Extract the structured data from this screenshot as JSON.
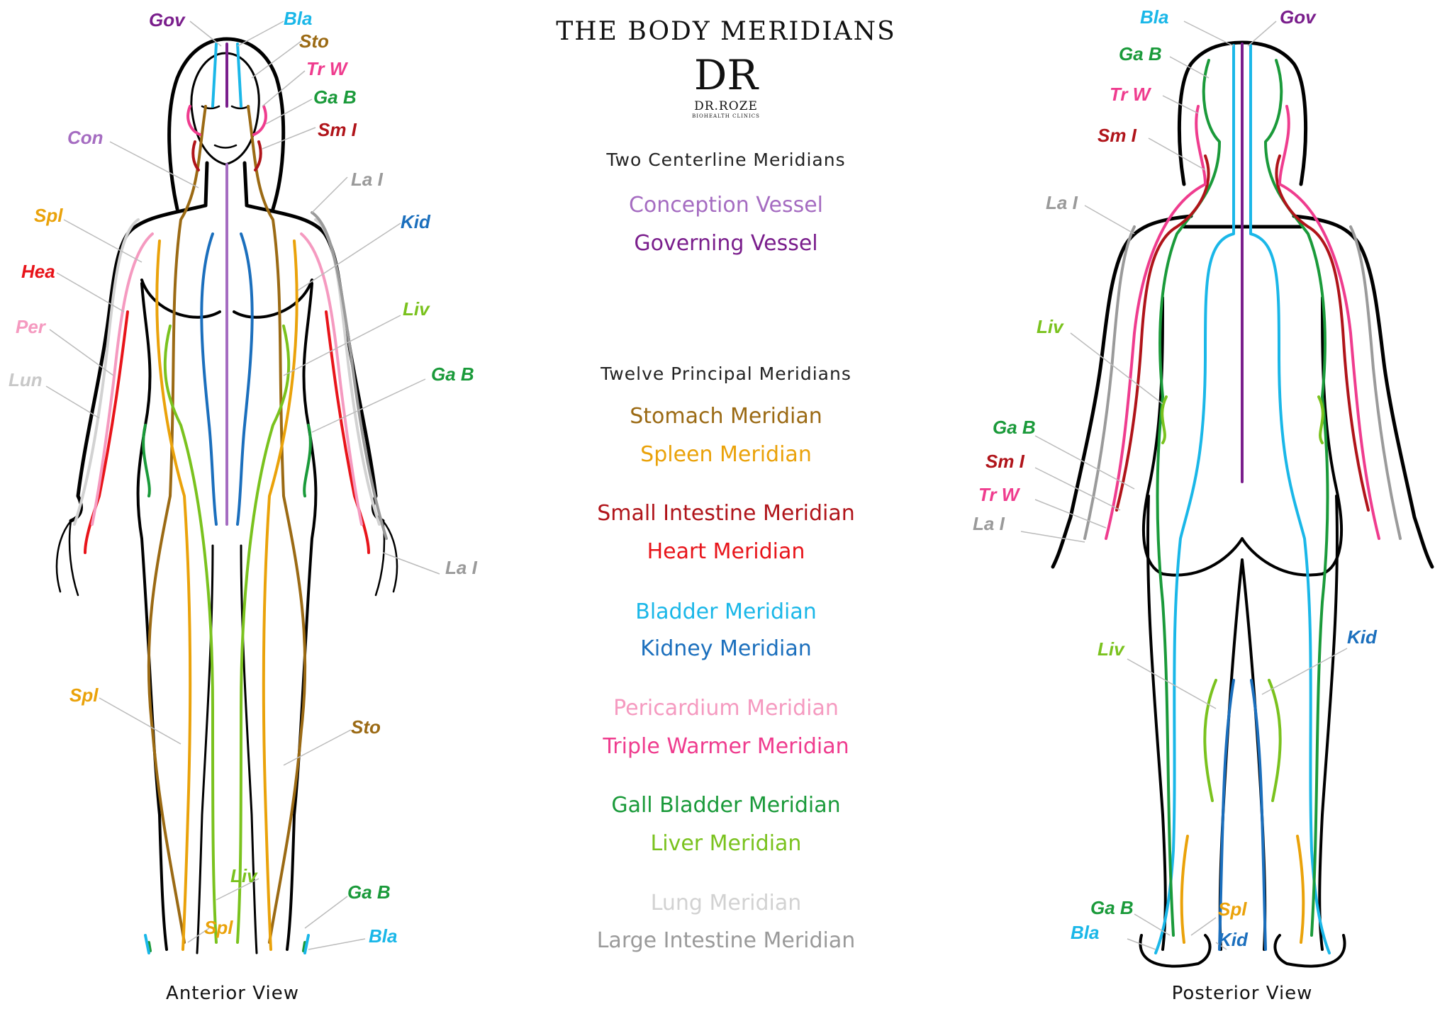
{
  "title": "THE BODY MERIDIANS",
  "logo": {
    "monogram": "DR",
    "name": "DR.ROZE",
    "tagline": "BIOHEALTH CLINICS"
  },
  "colors": {
    "gov": "#7a1e8c",
    "con": "#a56cc1",
    "sto": "#9b6a14",
    "spl": "#eaa20a",
    "smi": "#b0141a",
    "hea": "#e8141a",
    "bla": "#1ab7e8",
    "kid": "#1b6fbd",
    "per": "#f59ac0",
    "trw": "#ef3c8e",
    "gab": "#1a9a3a",
    "liv": "#7ac21e",
    "lun": "#c8c8c8",
    "lai": "#9a9a9a"
  },
  "legend": {
    "centerline_heading": "Two Centerline Meridians",
    "centerline": [
      {
        "label": "Conception Vessel",
        "color": "#a56cc1"
      },
      {
        "label": "Governing Vessel",
        "color": "#7a1e8c"
      }
    ],
    "principal_heading": "Twelve Principal Meridians",
    "principal": [
      {
        "label": "Stomach Meridian",
        "color": "#9b6a14"
      },
      {
        "label": "Spleen Meridian",
        "color": "#eaa20a"
      },
      {
        "label": "Small Intestine Meridian",
        "color": "#b0141a"
      },
      {
        "label": "Heart Meridian",
        "color": "#e8141a"
      },
      {
        "label": "Bladder Meridian",
        "color": "#1ab7e8"
      },
      {
        "label": "Kidney Meridian",
        "color": "#1b6fbd"
      },
      {
        "label": "Pericardium Meridian",
        "color": "#f59ac0"
      },
      {
        "label": "Triple Warmer Meridian",
        "color": "#ef3c8e"
      },
      {
        "label": "Gall Bladder Meridian",
        "color": "#1a9a3a"
      },
      {
        "label": "Liver Meridian",
        "color": "#7ac21e"
      },
      {
        "label": "Lung Meridian",
        "color": "#d2d2d2"
      },
      {
        "label": "Large Intestine Meridian",
        "color": "#9a9a9a"
      }
    ]
  },
  "anterior": {
    "caption": "Anterior View",
    "labels": [
      {
        "text": "Gov",
        "color": "#7a1e8c"
      },
      {
        "text": "Bla",
        "color": "#1ab7e8"
      },
      {
        "text": "Sto",
        "color": "#9b6a14"
      },
      {
        "text": "Tr W",
        "color": "#ef3c8e"
      },
      {
        "text": "Ga B",
        "color": "#1a9a3a"
      },
      {
        "text": "Sm I",
        "color": "#b0141a"
      },
      {
        "text": "Con",
        "color": "#a56cc1"
      },
      {
        "text": "La I",
        "color": "#9a9a9a"
      },
      {
        "text": "Spl",
        "color": "#eaa20a"
      },
      {
        "text": "Kid",
        "color": "#1b6fbd"
      },
      {
        "text": "Hea",
        "color": "#e8141a"
      },
      {
        "text": "Liv",
        "color": "#7ac21e"
      },
      {
        "text": "Per",
        "color": "#f59ac0"
      },
      {
        "text": "Ga B",
        "color": "#1a9a3a"
      },
      {
        "text": "Lun",
        "color": "#c8c8c8"
      },
      {
        "text": "La I",
        "color": "#9a9a9a"
      },
      {
        "text": "Spl",
        "color": "#eaa20a"
      },
      {
        "text": "Sto",
        "color": "#9b6a14"
      },
      {
        "text": "Liv",
        "color": "#7ac21e"
      },
      {
        "text": "Ga B",
        "color": "#1a9a3a"
      },
      {
        "text": "Spl",
        "color": "#eaa20a"
      },
      {
        "text": "Bla",
        "color": "#1ab7e8"
      }
    ]
  },
  "posterior": {
    "caption": "Posterior View",
    "labels": [
      {
        "text": "Bla",
        "color": "#1ab7e8"
      },
      {
        "text": "Gov",
        "color": "#7a1e8c"
      },
      {
        "text": "Ga B",
        "color": "#1a9a3a"
      },
      {
        "text": "Tr W",
        "color": "#ef3c8e"
      },
      {
        "text": "Sm I",
        "color": "#b0141a"
      },
      {
        "text": "La I",
        "color": "#9a9a9a"
      },
      {
        "text": "Liv",
        "color": "#7ac21e"
      },
      {
        "text": "Ga B",
        "color": "#1a9a3a"
      },
      {
        "text": "Sm I",
        "color": "#b0141a"
      },
      {
        "text": "Tr W",
        "color": "#ef3c8e"
      },
      {
        "text": "La I",
        "color": "#9a9a9a"
      },
      {
        "text": "Liv",
        "color": "#7ac21e"
      },
      {
        "text": "Kid",
        "color": "#1b6fbd"
      },
      {
        "text": "Ga B",
        "color": "#1a9a3a"
      },
      {
        "text": "Spl",
        "color": "#eaa20a"
      },
      {
        "text": "Bla",
        "color": "#1ab7e8"
      },
      {
        "text": "Kid",
        "color": "#1b6fbd"
      }
    ]
  }
}
